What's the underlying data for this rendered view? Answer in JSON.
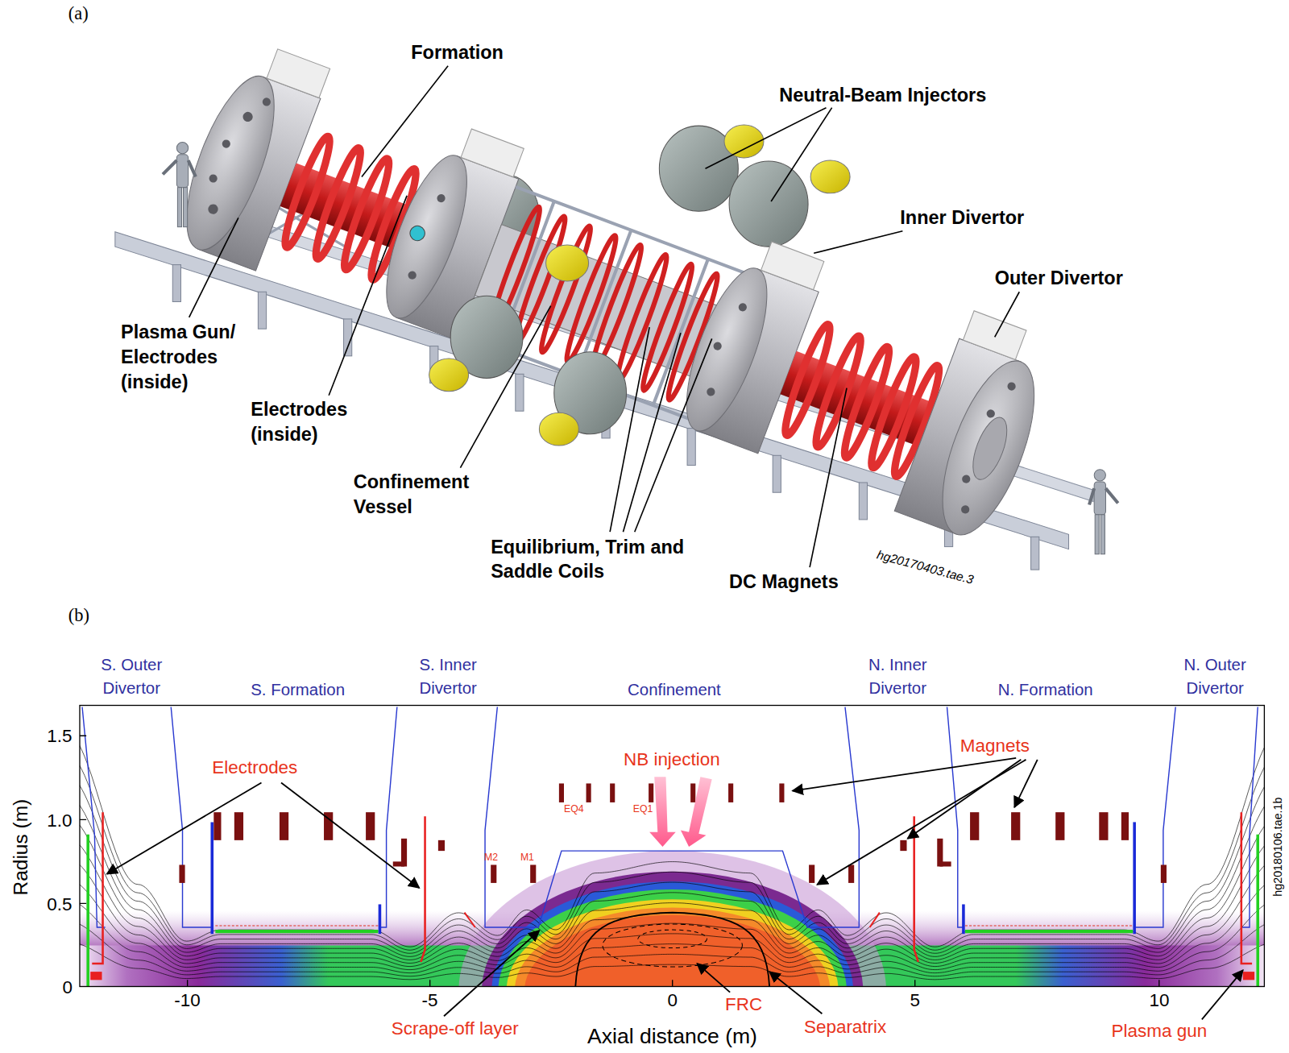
{
  "diagram": {
    "labels": [
      "(a)",
      "Formation",
      "Neutral-Beam Injectors",
      "Inner Divertor",
      "Outer Divertor",
      "Plasma Gun/ Electrodes (inside)",
      "Electrodes (inside)",
      "Confinement Vessel",
      "Equilibrium, Trim and Saddle Coils",
      "DC Magnets",
      "hg20170403.tae.3",
      "(b)",
      "S. Outer Divertor",
      "S. Formation",
      "S. Inner Divertor",
      "Confinement",
      "N. Inner Divertor",
      "N. Formation",
      "N. Outer Divertor",
      "1.5",
      "1.0",
      "0.5",
      "0",
      "Radius (m)",
      "-10",
      "-5",
      "0",
      "5",
      "10",
      "Axial distance (m)",
      "Electrodes",
      "NB injection",
      "Magnets",
      "EQ4",
      "EQ1",
      "M2",
      "M1",
      "Scrape-off layer",
      "FRC",
      "Separatrix",
      "Plasma gun",
      "hg20180106.tae.1b"
    ]
  }
}
